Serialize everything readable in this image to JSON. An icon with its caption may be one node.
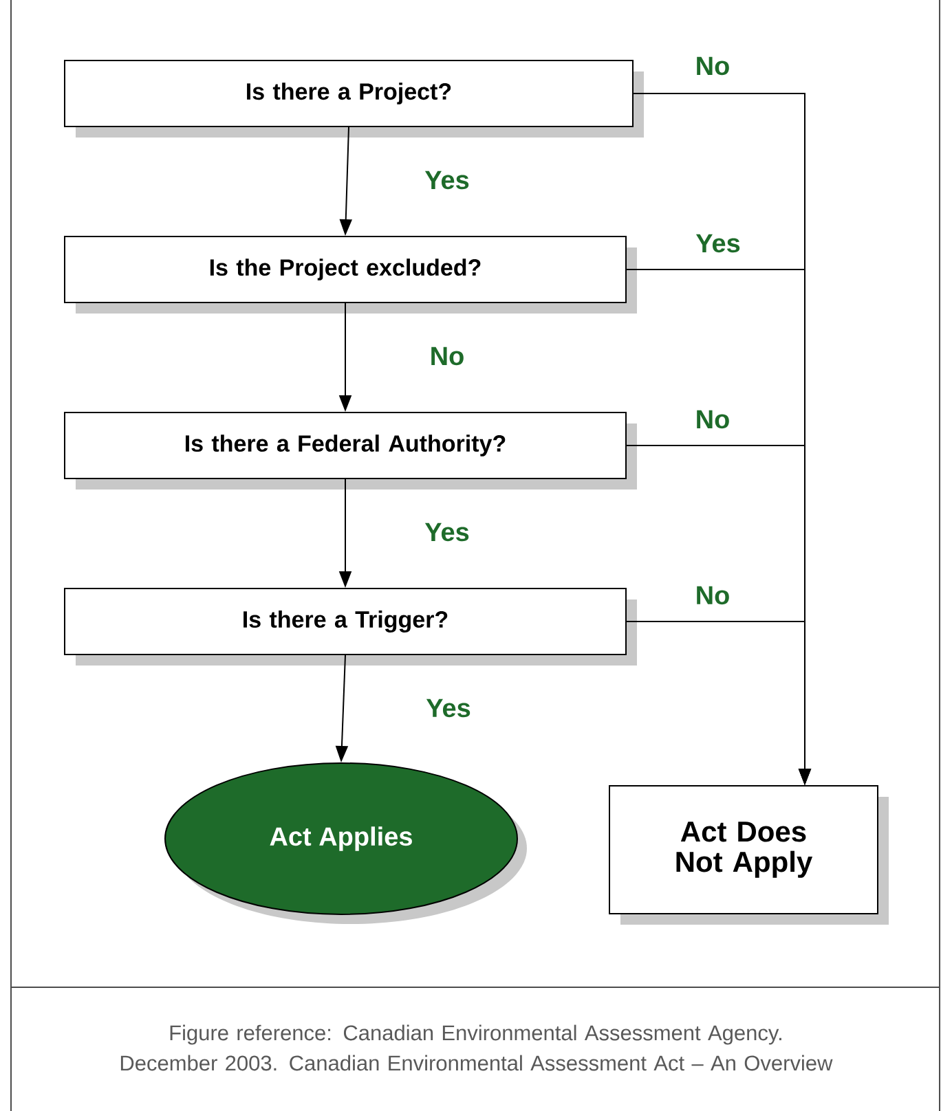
{
  "diagram": {
    "caption": "Figure reference: Canadian Environmental Assessment Agency.  December 2003. Canadian Environmental Assessment Act – An Overview",
    "nodes": [
      {
        "text": [
          "Is there a Project?"
        ]
      },
      {
        "text": [
          "Is the  Project excluded?"
        ]
      },
      {
        "text": [
          "Is there a Federal Authority?"
        ]
      },
      {
        "text": [
          "Is there a Trigger?"
        ]
      },
      {
        "text": [
          "Act Applies"
        ]
      },
      {
        "text": [
          "Act Does Not Apply"
        ]
      }
    ],
    "edges": [
      {
        "from": 0,
        "to": 1,
        "arrow": "to",
        "label": "Yes"
      },
      {
        "from": 0,
        "to": 5,
        "arrow": "to",
        "label": "No"
      },
      {
        "from": 1,
        "to": 2,
        "arrow": "to",
        "label": "No"
      },
      {
        "from": 1,
        "to": 5,
        "arrow": "to",
        "label": "Yes"
      },
      {
        "from": 2,
        "to": 3,
        "arrow": "to",
        "label": "Yes"
      },
      {
        "from": 2,
        "to": 5,
        "arrow": "to",
        "label": "No"
      },
      {
        "from": 3,
        "to": 4,
        "arrow": "to",
        "label": "Yes"
      },
      {
        "from": 3,
        "to": 5,
        "arrow": "to",
        "label": "No"
      }
    ]
  }
}
